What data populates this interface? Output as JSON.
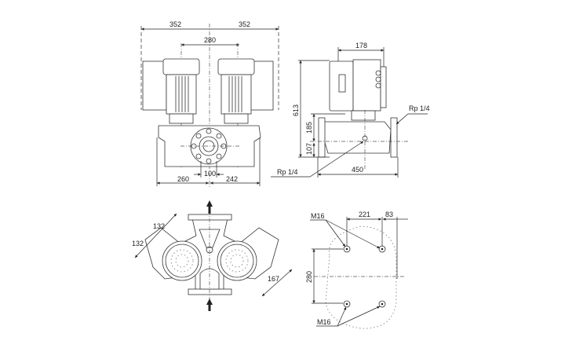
{
  "front_view": {
    "dim_overall_left": "352",
    "dim_overall_right": "352",
    "dim_motor_spacing": "280",
    "dim_flange": "100",
    "dim_left_base": "260",
    "dim_right_base": "242"
  },
  "side_view": {
    "dim_motor_width": "178",
    "dim_total_height": "613",
    "dim_upper_height": "185",
    "dim_lower_height": "107",
    "dim_length": "450",
    "port_top_label": "Rp 1/4",
    "port_bottom_label": "Rp 1/4"
  },
  "top_view": {
    "dim_a": "132",
    "dim_b": "132",
    "dim_c": "167"
  },
  "footprint_view": {
    "dim_bolt_spacing_x": "221",
    "dim_offset": "83",
    "dim_bolt_spacing_y": "280",
    "bolt_label_top": "M16",
    "bolt_label_bottom": "M16"
  }
}
